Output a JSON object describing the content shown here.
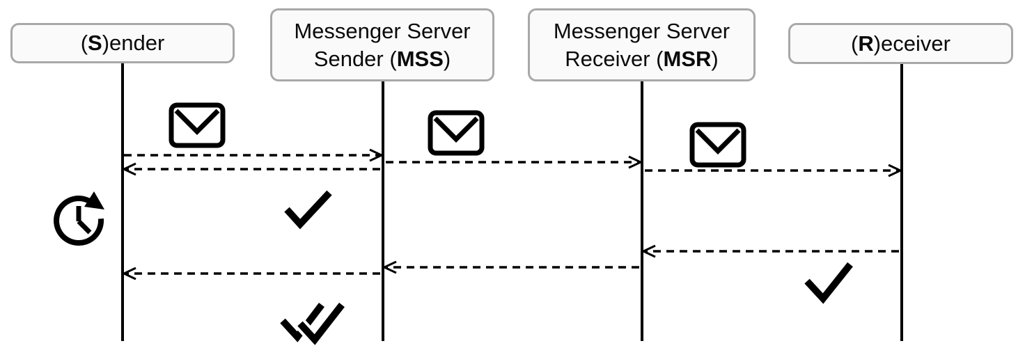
{
  "diagram_type": "sequence-diagram",
  "colors": {
    "background": "#ffffff",
    "line": "#000000",
    "box_border": "#a8a8a8",
    "box_fill": "#fafafa",
    "text": "#0a0a0a"
  },
  "participants": [
    {
      "id": "sender",
      "lines": [
        {
          "pre": "(",
          "bold": "S",
          "post": ")ender"
        }
      ]
    },
    {
      "id": "mss",
      "lines": [
        {
          "pre": "Messenger Server",
          "bold": "",
          "post": ""
        },
        {
          "pre": "Sender (",
          "bold": "MSS",
          "post": ")"
        }
      ]
    },
    {
      "id": "msr",
      "lines": [
        {
          "pre": "Messenger Server",
          "bold": "",
          "post": ""
        },
        {
          "pre": "Receiver (",
          "bold": "MSR",
          "post": ")"
        }
      ]
    },
    {
      "id": "receiver",
      "lines": [
        {
          "pre": "(",
          "bold": "R",
          "post": ")eceiver"
        }
      ]
    }
  ],
  "messages": [
    {
      "from": "sender",
      "to": "mss",
      "line_style": "dashed",
      "icon": "envelope-icon"
    },
    {
      "from": "mss",
      "to": "msr",
      "line_style": "dashed",
      "icon": "envelope-icon"
    },
    {
      "from": "msr",
      "to": "receiver",
      "line_style": "dashed",
      "icon": "envelope-icon"
    },
    {
      "from": "mss",
      "to": "sender",
      "line_style": "dashed",
      "icon": "check-icon"
    },
    {
      "from": "receiver",
      "to": "msr",
      "line_style": "dashed",
      "icon": "check-icon"
    },
    {
      "from": "msr",
      "to": "mss",
      "line_style": "dashed",
      "icon": null
    },
    {
      "from": "mss",
      "to": "sender",
      "line_style": "dashed",
      "icon": "double-check-icon"
    }
  ],
  "icons": [
    "envelope-icon",
    "clock-retry-icon",
    "check-icon",
    "double-check-icon"
  ]
}
